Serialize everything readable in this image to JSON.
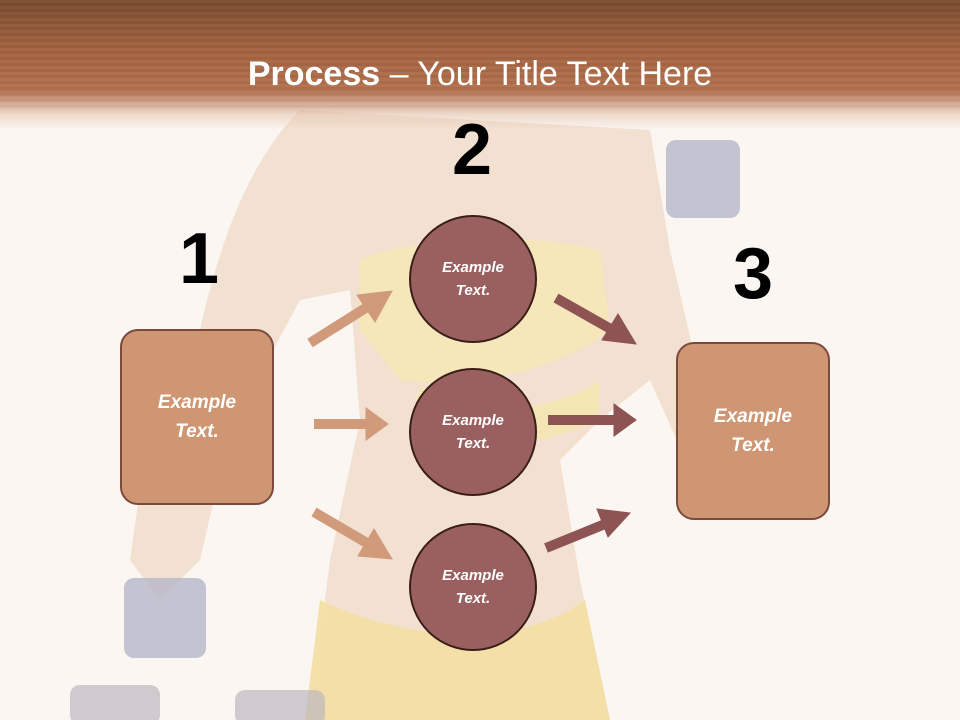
{
  "title": {
    "bold": "Process",
    "rest": " – Your Title Text Here"
  },
  "steps": {
    "one": "1",
    "two": "2",
    "three": "3"
  },
  "boxes": {
    "left": "Example\nText.",
    "right": "Example\nText."
  },
  "circles": {
    "top": "Example\nText.",
    "middle": "Example\nText.",
    "bottom": "Example\nText."
  },
  "colors": {
    "title_band": "#a0603e",
    "box_fill": "#cf9673",
    "circle_fill": "#9a6060",
    "arrow_light": "#d19a7a",
    "arrow_dark": "#8e5454"
  }
}
